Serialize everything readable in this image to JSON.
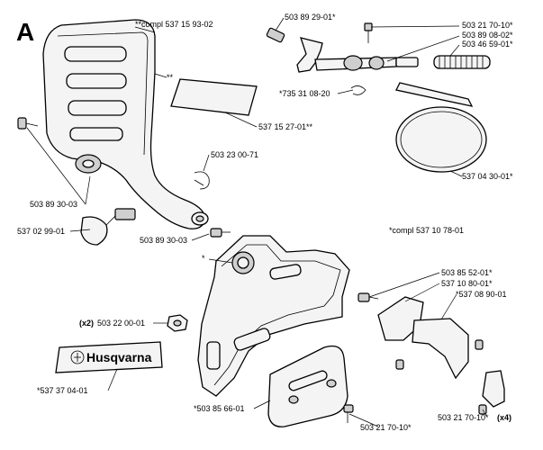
{
  "section_letter": "A",
  "brand_logo_text": "Husqvarna",
  "labels": {
    "l01": "**compl 537 15 93-02",
    "l02": "**",
    "l03": "537 15 27-01**",
    "l04": "503 23 00-71",
    "l05": "503 89 30-03",
    "l06": "537 02 99-01",
    "l07": "503 89 30-03",
    "l08": "503 89 29-01*",
    "l09": "503 21 70-10*",
    "l10": "503 89 08-02*",
    "l11": "503 46 59-01*",
    "l12": "*735 31 08-20",
    "l13": "537 04 30-01*",
    "l14": "*compl 537 10 78-01",
    "l15": "*",
    "l16": "503 85 52-01*",
    "l17": "537 10 80-01*",
    "l18": "*537 08 90-01",
    "l19": "(x2)",
    "l20": "503 22 00-01",
    "l21": "*537 37 04-01",
    "l22": "*503 85 66-01",
    "l23": "503 21 70-10*",
    "l24": "(x4)",
    "l25": "503 21 70-10*"
  }
}
